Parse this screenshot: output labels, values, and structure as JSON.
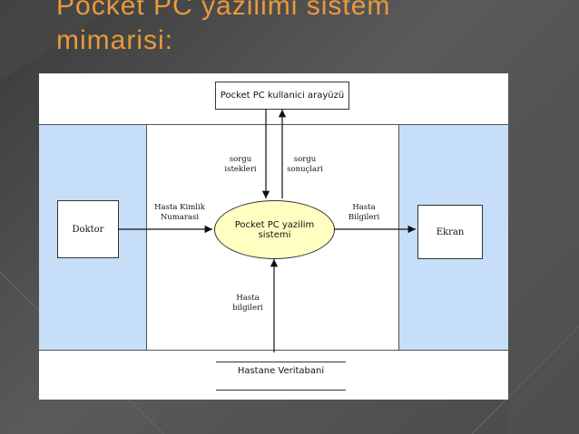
{
  "slide": {
    "title_line1": "Pocket PC yazilimi sistem",
    "title_line2": "mimarisi:"
  },
  "diagram": {
    "ui_box": "Pocket PC kullanici arayüzü",
    "system": {
      "line1": "Pocket PC yazilim",
      "line2": "sistemi"
    },
    "doctor": "Doktor",
    "screen": "Ekran",
    "database": "Hastane Veritabani",
    "labels": {
      "query_requests": {
        "line1": "sorgu",
        "line2": "istekleri"
      },
      "query_results": {
        "line1": "sorgu",
        "line2": "sonuçlari"
      },
      "patient_id": {
        "line1": "Hasta Kimlik",
        "line2": "Numarasi"
      },
      "patient_info_out": {
        "line1": "Hasta",
        "line2": "Bilgileri"
      },
      "patient_info_in": {
        "line1": "Hasta",
        "line2": "bilgileri"
      }
    }
  },
  "colors": {
    "title": "#e89a3c",
    "band": "#c6def8",
    "ellipse_fill": "#ffffc2"
  }
}
